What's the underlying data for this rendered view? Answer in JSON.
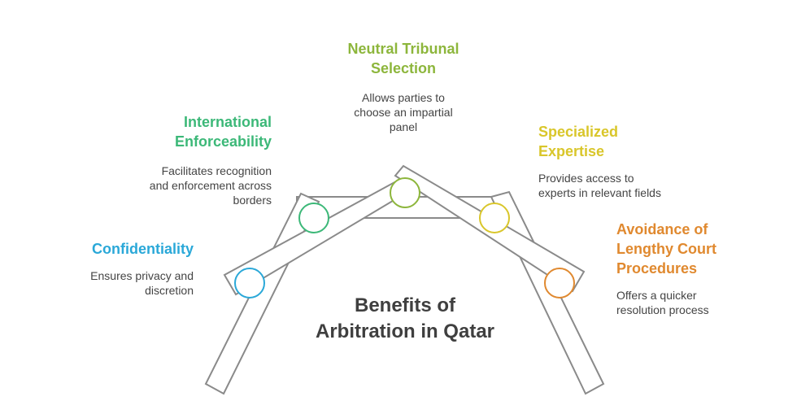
{
  "title": [
    "Benefits of",
    "Arbitration in Qatar"
  ],
  "colors": {
    "confidentiality": "#2aa8d8",
    "international": "#3cb878",
    "neutral": "#8db63c",
    "specialized": "#d9c62a",
    "avoidance": "#e0892f",
    "structure": "#8a8a8a"
  },
  "benefits": {
    "confidentiality": {
      "title": [
        "Confidentiality"
      ],
      "desc": [
        "Ensures privacy and",
        "discretion"
      ]
    },
    "international": {
      "title": [
        "International",
        "Enforceability"
      ],
      "desc": [
        "Facilitates recognition",
        "and enforcement across",
        "borders"
      ]
    },
    "neutral": {
      "title": [
        "Neutral Tribunal",
        "Selection"
      ],
      "desc": [
        "Allows parties to",
        "choose an impartial",
        "panel"
      ]
    },
    "specialized": {
      "title": [
        "Specialized",
        "Expertise"
      ],
      "desc": [
        "Provides access to",
        "experts in relevant fields"
      ]
    },
    "avoidance": {
      "title": [
        "Avoidance of",
        "Lengthy Court",
        "Procedures"
      ],
      "desc": [
        "Offers a quicker",
        "resolution process"
      ]
    }
  }
}
